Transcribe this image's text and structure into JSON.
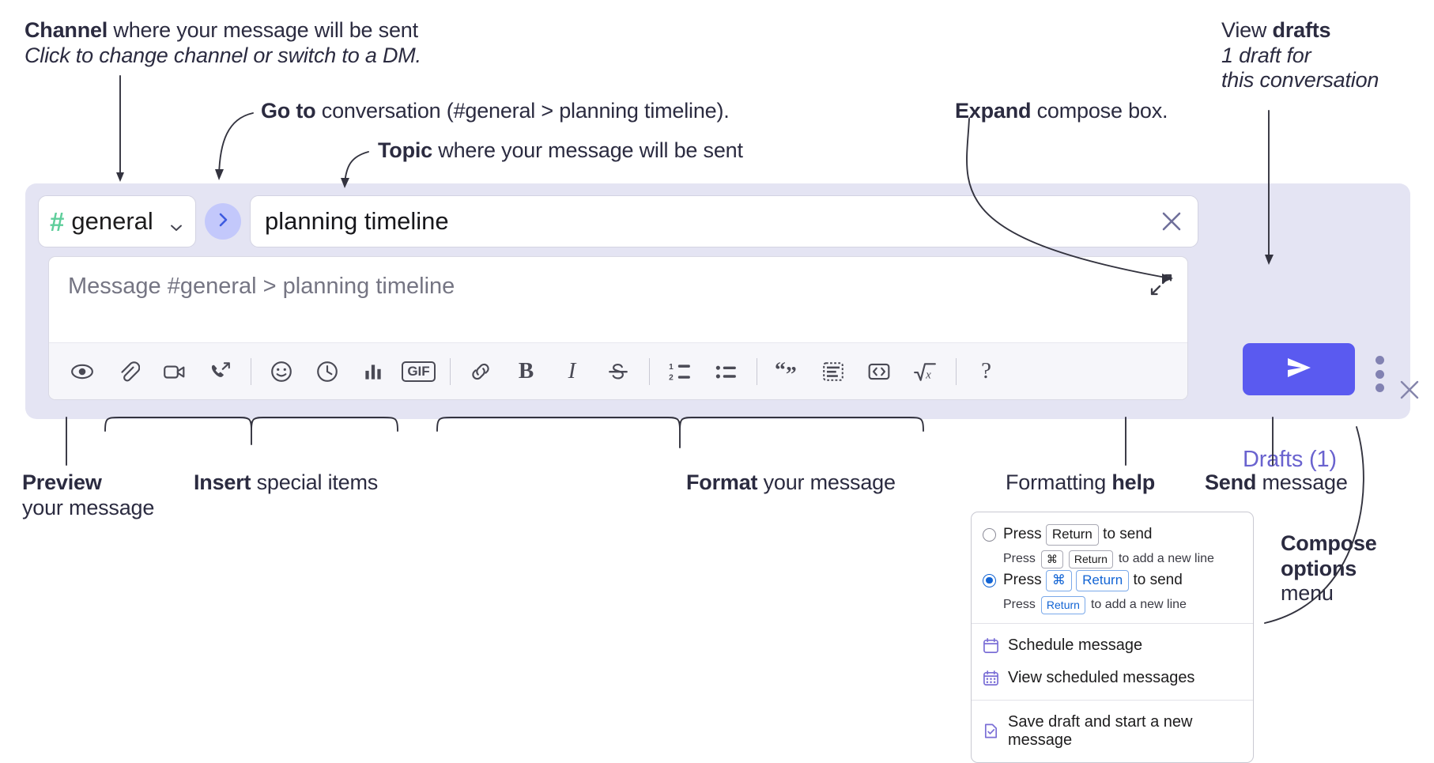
{
  "annotations": {
    "channel": {
      "bold": "Channel",
      "rest": " where your message will be sent",
      "italic": "Click to change channel or switch to a DM."
    },
    "goto": {
      "bold": "Go to",
      "rest": " conversation (#general > planning timeline)."
    },
    "topic": {
      "bold": "Topic",
      "rest": " where your message will be sent"
    },
    "expand": {
      "bold": "Expand",
      "rest": " compose box."
    },
    "drafts": {
      "bold_pre": "View ",
      "bold": "drafts",
      "italic_1": "1 draft for",
      "italic_2": "this conversation"
    },
    "preview": {
      "bold": "Preview",
      "rest": "your message"
    },
    "insert": {
      "bold": "Insert",
      "rest": " special items"
    },
    "format": {
      "bold": "Format",
      "rest": " your message"
    },
    "formatting_help": {
      "pre": "Formatting ",
      "bold": "help"
    },
    "send": {
      "bold": "Send",
      "rest": " message"
    },
    "compose_options": {
      "bold_1": "Compose",
      "bold_2": "options",
      "rest": "menu"
    }
  },
  "compose": {
    "channel": {
      "hash": "#",
      "name": "general"
    },
    "goto_icon": "chevron-right-icon",
    "topic": {
      "value": "planning timeline",
      "clear_icon": "close-icon"
    },
    "message": {
      "placeholder": "Message #general > planning timeline",
      "value": ""
    },
    "expand_icon": "expand-arrows-icon",
    "send_label": "send-icon",
    "kebab_label": "more-options-icon",
    "panel_close": "close-icon",
    "drafts_link": "Drafts (1)",
    "toolbar": [
      {
        "name": "preview-icon",
        "glyph": "eye"
      },
      {
        "name": "attachment-icon",
        "glyph": "paperclip"
      },
      {
        "name": "video-clip-icon",
        "glyph": "video"
      },
      {
        "name": "audio-clip-icon",
        "glyph": "phone-forward"
      },
      {
        "name": "separator-1",
        "glyph": "sep"
      },
      {
        "name": "emoji-icon",
        "glyph": "smiley"
      },
      {
        "name": "reminder-clock-icon",
        "glyph": "clock"
      },
      {
        "name": "poll-icon",
        "glyph": "bars"
      },
      {
        "name": "gif-icon",
        "glyph": "gif",
        "label": "GIF"
      },
      {
        "name": "separator-2",
        "glyph": "sep"
      },
      {
        "name": "link-icon",
        "glyph": "link"
      },
      {
        "name": "bold-icon",
        "glyph": "text",
        "label": "B"
      },
      {
        "name": "italic-icon",
        "glyph": "text",
        "label": "I"
      },
      {
        "name": "strikethrough-icon",
        "glyph": "strike"
      },
      {
        "name": "separator-3",
        "glyph": "sep"
      },
      {
        "name": "ordered-list-icon",
        "glyph": "ol"
      },
      {
        "name": "bulleted-list-icon",
        "glyph": "ul"
      },
      {
        "name": "separator-4",
        "glyph": "sep"
      },
      {
        "name": "blockquote-icon",
        "glyph": "quote"
      },
      {
        "name": "code-block-icon",
        "glyph": "codeblock"
      },
      {
        "name": "code-inline-icon",
        "glyph": "codetag"
      },
      {
        "name": "math-icon",
        "glyph": "sqrt"
      },
      {
        "name": "separator-5",
        "glyph": "sep"
      },
      {
        "name": "formatting-help-icon",
        "glyph": "text",
        "label": "?"
      }
    ]
  },
  "options_menu": {
    "radio_options": [
      {
        "selected": false,
        "line": {
          "pre": "Press ",
          "key": "Return",
          "post": " to send"
        },
        "sub": {
          "pre": "Press ",
          "key1": "⌘",
          "key2": "Return",
          "post": " to add a new line"
        }
      },
      {
        "selected": true,
        "line": {
          "pre": "Press ",
          "key1": "⌘",
          "key2": "Return",
          "post": " to send"
        },
        "sub": {
          "pre": "Press ",
          "key": "Return",
          "post": " to add a new line"
        }
      }
    ],
    "items": [
      {
        "icon": "calendar-icon",
        "label": "Schedule message"
      },
      {
        "icon": "calendar-grid-icon",
        "label": "View scheduled messages"
      },
      {
        "icon": "file-check-icon",
        "label": "Save draft and start a new message"
      }
    ]
  },
  "colors": {
    "panel_bg": "#e4e4f3",
    "send_purple": "#5a5af0",
    "hash_green": "#5fce9b",
    "goto_circle": "#c3c8fb",
    "drafts_text": "#6a63cf",
    "menu_icon_purple": "#7b6fd6",
    "radio_blue": "#1264d4"
  }
}
